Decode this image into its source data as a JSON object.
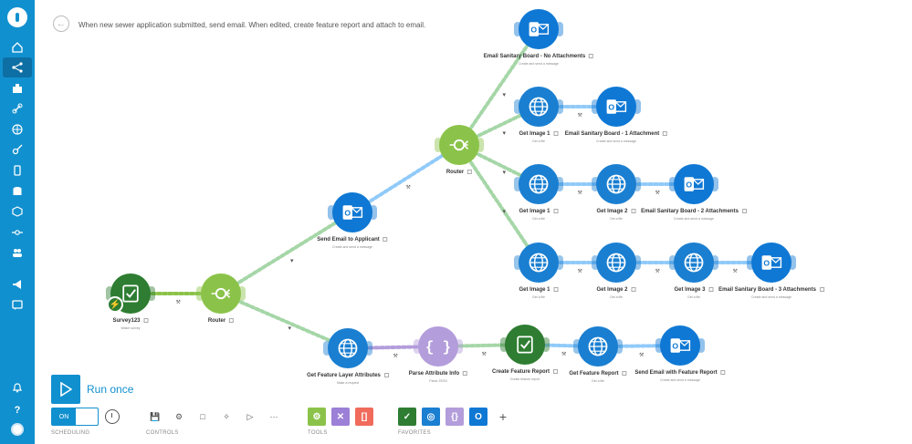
{
  "scenario": {
    "description": "When new sewer application submitted, send email. When edited, create feature report and attach to email."
  },
  "sidebar": {
    "items": [
      {
        "icon": "home-icon"
      },
      {
        "icon": "share-icon"
      },
      {
        "icon": "team-icon"
      },
      {
        "icon": "link-icon"
      },
      {
        "icon": "globe-icon"
      },
      {
        "icon": "key-icon"
      },
      {
        "icon": "device-icon"
      },
      {
        "icon": "database-icon"
      },
      {
        "icon": "cube-icon"
      },
      {
        "icon": "flow-icon"
      },
      {
        "icon": "users-icon"
      },
      {
        "icon": "megaphone-icon"
      },
      {
        "icon": "comment-icon"
      },
      {
        "icon": "bell-icon"
      },
      {
        "icon": "help-icon"
      }
    ]
  },
  "modules": [
    {
      "id": "survey",
      "label": "Survey123",
      "sub": "Watch survey",
      "kind": "survey"
    },
    {
      "id": "router1",
      "label": "Router",
      "sub": "",
      "kind": "router"
    },
    {
      "id": "sendApplicant",
      "label": "Send Email to Applicant",
      "sub": "Create and send a message",
      "kind": "outlook"
    },
    {
      "id": "router2",
      "label": "Router",
      "sub": "",
      "kind": "router"
    },
    {
      "id": "emailNoAtt",
      "label": "Email Sanitary Board - No Attachments",
      "sub": "Create and send a message",
      "kind": "outlook"
    },
    {
      "id": "getImg1a",
      "label": "Get Image 1",
      "sub": "Get a file",
      "kind": "http"
    },
    {
      "id": "email1Att",
      "label": "Email Sanitary Board - 1 Attachment",
      "sub": "Create and send a message",
      "kind": "outlook"
    },
    {
      "id": "getImg1b",
      "label": "Get Image 1",
      "sub": "Get a file",
      "kind": "http"
    },
    {
      "id": "getImg2b",
      "label": "Get Image 2",
      "sub": "Get a file",
      "kind": "http"
    },
    {
      "id": "email2Att",
      "label": "Email Sanitary Board - 2 Attachments",
      "sub": "Create and send a message",
      "kind": "outlook"
    },
    {
      "id": "getImg1c",
      "label": "Get Image 1",
      "sub": "Get a file",
      "kind": "http"
    },
    {
      "id": "getImg2c",
      "label": "Get Image 2",
      "sub": "Get a file",
      "kind": "http"
    },
    {
      "id": "getImg3c",
      "label": "Get Image 3",
      "sub": "Get a file",
      "kind": "http"
    },
    {
      "id": "email3Att",
      "label": "Email Sanitary Board - 3 Attachments",
      "sub": "Create and send a message",
      "kind": "outlook"
    },
    {
      "id": "getFeature",
      "label": "Get Feature Layer Attributes",
      "sub": "Make a request",
      "kind": "http"
    },
    {
      "id": "parseAttr",
      "label": "Parse Attribute Info",
      "sub": "Parse JSON",
      "kind": "json"
    },
    {
      "id": "createReport",
      "label": "Create Feature Report",
      "sub": "Create feature report",
      "kind": "survey"
    },
    {
      "id": "getReport",
      "label": "Get Feature Report",
      "sub": "Get a file",
      "kind": "http"
    },
    {
      "id": "sendReport",
      "label": "Send Email with Feature Report",
      "sub": "Create and send a message",
      "kind": "outlook"
    }
  ],
  "links": [
    {
      "from": "survey",
      "to": "router1",
      "color": "#8bc34a"
    },
    {
      "from": "router1",
      "to": "sendApplicant",
      "color": "#a5d6a7"
    },
    {
      "from": "router1",
      "to": "getFeature",
      "color": "#a5d6a7"
    },
    {
      "from": "sendApplicant",
      "to": "router2",
      "color": "#90caf9"
    },
    {
      "from": "router2",
      "to": "emailNoAtt",
      "color": "#a5d6a7"
    },
    {
      "from": "router2",
      "to": "getImg1a",
      "color": "#a5d6a7"
    },
    {
      "from": "router2",
      "to": "getImg1b",
      "color": "#a5d6a7"
    },
    {
      "from": "router2",
      "to": "getImg1c",
      "color": "#a5d6a7"
    },
    {
      "from": "getImg1a",
      "to": "email1Att",
      "color": "#90caf9"
    },
    {
      "from": "getImg1b",
      "to": "getImg2b",
      "color": "#90caf9"
    },
    {
      "from": "getImg2b",
      "to": "email2Att",
      "color": "#90caf9"
    },
    {
      "from": "getImg1c",
      "to": "getImg2c",
      "color": "#90caf9"
    },
    {
      "from": "getImg2c",
      "to": "getImg3c",
      "color": "#90caf9"
    },
    {
      "from": "getImg3c",
      "to": "email3Att",
      "color": "#90caf9"
    },
    {
      "from": "getFeature",
      "to": "parseAttr",
      "color": "#b39ddb"
    },
    {
      "from": "parseAttr",
      "to": "createReport",
      "color": "#a5d6a7"
    },
    {
      "from": "createReport",
      "to": "getReport",
      "color": "#90caf9"
    },
    {
      "from": "getReport",
      "to": "sendReport",
      "color": "#90caf9"
    }
  ],
  "controls": {
    "run_once_label": "Run once",
    "scheduling_label": "SCHEDULING",
    "toggle_on_label": "ON",
    "controls_label": "CONTROLS",
    "tools_label": "TOOLS",
    "favorites_label": "FAVORITES",
    "more_label": "···",
    "plus_label": "+"
  },
  "colors": {
    "brand": "#1190cf",
    "outlook": "#0f78d4",
    "http": "#1a7fd1",
    "router": "#8bc34a",
    "survey": "#2e7d32",
    "json": "#b39ddb"
  }
}
